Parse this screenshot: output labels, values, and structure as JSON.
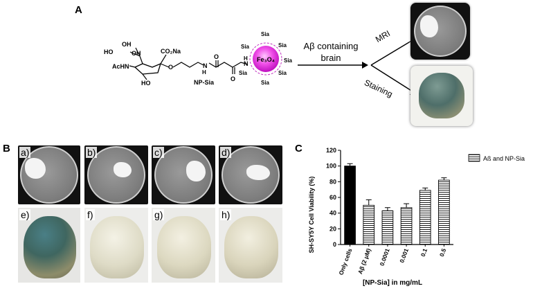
{
  "panelA": {
    "letter": "A",
    "molecule": {
      "ho1": "HO",
      "oh1": "OH",
      "oh2": "OH",
      "achn": "AcHN",
      "ho2": "HO",
      "co2na": "CO₂Na",
      "o_link": "O",
      "n_h1": "N",
      "h1": "H",
      "o_carbonyl1": "O",
      "o_carbonyl2": "O",
      "n_h2": "N",
      "h2": "H",
      "np_label": "NP-Sia",
      "core": "Fe₃O₄",
      "sia": "Sia"
    },
    "arrow_text_line1": "Aβ containing",
    "arrow_text_line2": "brain",
    "mri_label": "MRI",
    "staining_label": "Staining"
  },
  "panelB": {
    "letter": "B",
    "sublabels": [
      "a)",
      "b)",
      "c)",
      "d)",
      "e)",
      "f)",
      "g)",
      "h)"
    ]
  },
  "panelC": {
    "letter": "C",
    "chart_data": {
      "type": "bar",
      "categories": [
        "Only cells",
        "Aβ (2 μM)",
        "0.0001",
        "0.001",
        "0.1",
        "0.5"
      ],
      "values": [
        100,
        50,
        43,
        47,
        69,
        82
      ],
      "errors": [
        3,
        7,
        4,
        5,
        3,
        3
      ],
      "ylabel": "SH-SY5Y Cell Viability (%)",
      "xlabel": "[NP-Sia] in mg/mL",
      "ylim": [
        0,
        120
      ],
      "yticks": [
        "0",
        "20",
        "40",
        "60",
        "80",
        "100",
        "120"
      ],
      "legend": "Aß and NP-Sia",
      "legend_placement": "top-right",
      "bar_styles": [
        "solid",
        "horizontal-stripes",
        "horizontal-stripes",
        "horizontal-stripes",
        "horizontal-stripes",
        "horizontal-stripes"
      ],
      "colors": {
        "solid": "#000000",
        "stripe": "#000000"
      }
    }
  }
}
